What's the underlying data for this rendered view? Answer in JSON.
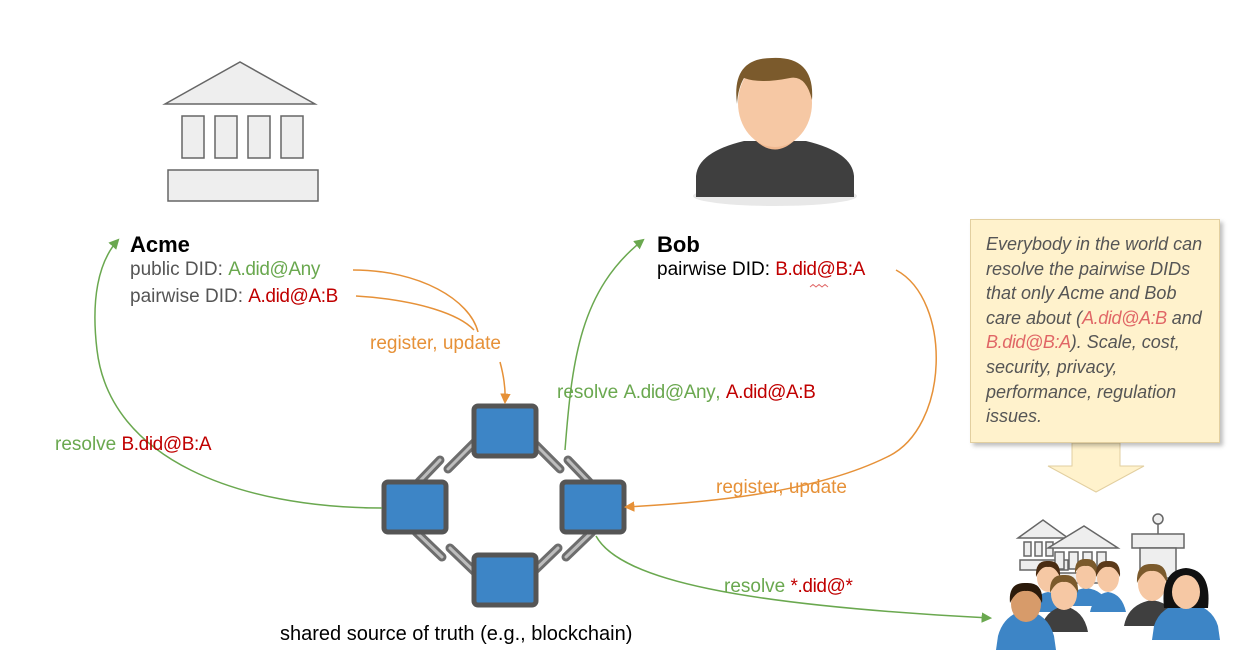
{
  "acme": {
    "name": "Acme",
    "public_did_label": "public DID: ",
    "public_did": "A.did@Any",
    "pairwise_did_label": "pairwise DID: ",
    "pairwise_did": "A.did@A:B"
  },
  "bob": {
    "name": "Bob",
    "pairwise_did_label": "pairwise DID: ",
    "pairwise_did": "B.did@B:A"
  },
  "arrows": {
    "register_update_acme": "register, update",
    "register_update_bob": "register, update",
    "resolve_left_prefix": "resolve ",
    "resolve_left_value": "B.did@B:A",
    "resolve_mid_prefix": "resolve ",
    "resolve_mid_value1": "A.did@Any",
    "resolve_mid_sep": ", ",
    "resolve_mid_value2": "A.did@A:B",
    "resolve_world_prefix": "resolve ",
    "resolve_world_value": "*.did@*"
  },
  "blockchain_caption": "shared source of truth (e.g., blockchain)",
  "callout": {
    "text_1": "Everybody in the world can resolve the pairwise DIDs that only Acme and Bob care about (",
    "hl_1": "A.did@A:B",
    "text_2": " and ",
    "hl_2": "B.did@B:A",
    "text_3": "). Scale, cost, security, privacy, performance, regulation issues."
  },
  "icons": [
    "institution-icon",
    "person-icon",
    "blockchain-icon",
    "crowd-icon",
    "down-arrow-icon"
  ],
  "colors": {
    "green": "#6aa84f",
    "orange": "#e69138",
    "red": "#c00000",
    "node_blue": "#3d85c6",
    "callout_bg": "#fff2cc"
  }
}
